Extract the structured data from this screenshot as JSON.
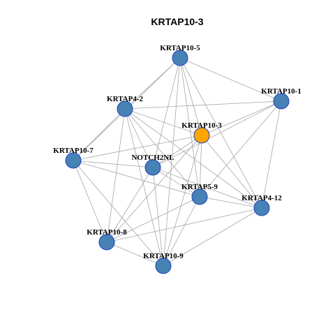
{
  "title": "KRTAP10-3",
  "colors": {
    "node_default": "#4682B4",
    "node_highlight": "#FFA500",
    "node_border": "#1F3FBF",
    "edge": "#A6A6A6"
  },
  "nodes": [
    {
      "id": "KRTAP10-5",
      "label": "KRTAP10-5",
      "highlight": false
    },
    {
      "id": "KRTAP4-2",
      "label": "KRTAP4-2",
      "highlight": false
    },
    {
      "id": "KRTAP10-1",
      "label": "KRTAP10-1",
      "highlight": false
    },
    {
      "id": "KRTAP10-3",
      "label": "KRTAP10-3",
      "highlight": true
    },
    {
      "id": "KRTAP10-7",
      "label": "KRTAP10-7",
      "highlight": false
    },
    {
      "id": "NOTCH2NL",
      "label": "NOTCH2NL",
      "highlight": false
    },
    {
      "id": "KRTAP5-9",
      "label": "KRTAP5-9",
      "highlight": false
    },
    {
      "id": "KRTAP4-12",
      "label": "KRTAP4-12",
      "highlight": false
    },
    {
      "id": "KRTAP10-8",
      "label": "KRTAP10-8",
      "highlight": false
    },
    {
      "id": "KRTAP10-9",
      "label": "KRTAP10-9",
      "highlight": false
    }
  ],
  "edges": [
    [
      "KRTAP10-5",
      "KRTAP4-2"
    ],
    [
      "KRTAP10-5",
      "KRTAP10-7"
    ],
    [
      "KRTAP10-5",
      "KRTAP10-3"
    ],
    [
      "KRTAP10-5",
      "NOTCH2NL"
    ],
    [
      "KRTAP10-5",
      "KRTAP5-9"
    ],
    [
      "KRTAP10-5",
      "KRTAP4-12"
    ],
    [
      "KRTAP10-5",
      "KRTAP10-1"
    ],
    [
      "KRTAP10-5",
      "KRTAP10-9"
    ],
    [
      "KRTAP4-2",
      "KRTAP10-7"
    ],
    [
      "KRTAP4-2",
      "KRTAP10-1"
    ],
    [
      "KRTAP4-2",
      "KRTAP10-3"
    ],
    [
      "KRTAP4-2",
      "NOTCH2NL"
    ],
    [
      "KRTAP4-2",
      "KRTAP5-9"
    ],
    [
      "KRTAP4-2",
      "KRTAP4-12"
    ],
    [
      "KRTAP4-2",
      "KRTAP10-8"
    ],
    [
      "KRTAP4-2",
      "KRTAP10-9"
    ],
    [
      "KRTAP10-1",
      "KRTAP10-3"
    ],
    [
      "KRTAP10-1",
      "NOTCH2NL"
    ],
    [
      "KRTAP10-1",
      "KRTAP5-9"
    ],
    [
      "KRTAP10-1",
      "KRTAP4-12"
    ],
    [
      "KRTAP10-3",
      "KRTAP10-7"
    ],
    [
      "KRTAP10-3",
      "NOTCH2NL"
    ],
    [
      "KRTAP10-3",
      "KRTAP5-9"
    ],
    [
      "KRTAP10-3",
      "KRTAP4-12"
    ],
    [
      "KRTAP10-3",
      "KRTAP10-8"
    ],
    [
      "KRTAP10-3",
      "KRTAP10-9"
    ],
    [
      "KRTAP10-7",
      "NOTCH2NL"
    ],
    [
      "KRTAP10-7",
      "KRTAP5-9"
    ],
    [
      "KRTAP10-7",
      "KRTAP10-8"
    ],
    [
      "KRTAP10-7",
      "KRTAP10-9"
    ],
    [
      "NOTCH2NL",
      "KRTAP5-9"
    ],
    [
      "NOTCH2NL",
      "KRTAP4-12"
    ],
    [
      "NOTCH2NL",
      "KRTAP10-8"
    ],
    [
      "NOTCH2NL",
      "KRTAP10-9"
    ],
    [
      "KRTAP5-9",
      "KRTAP4-12"
    ],
    [
      "KRTAP5-9",
      "KRTAP10-8"
    ],
    [
      "KRTAP5-9",
      "KRTAP10-9"
    ],
    [
      "KRTAP4-12",
      "KRTAP10-8"
    ],
    [
      "KRTAP4-12",
      "KRTAP10-9"
    ],
    [
      "KRTAP10-8",
      "KRTAP10-9"
    ]
  ]
}
